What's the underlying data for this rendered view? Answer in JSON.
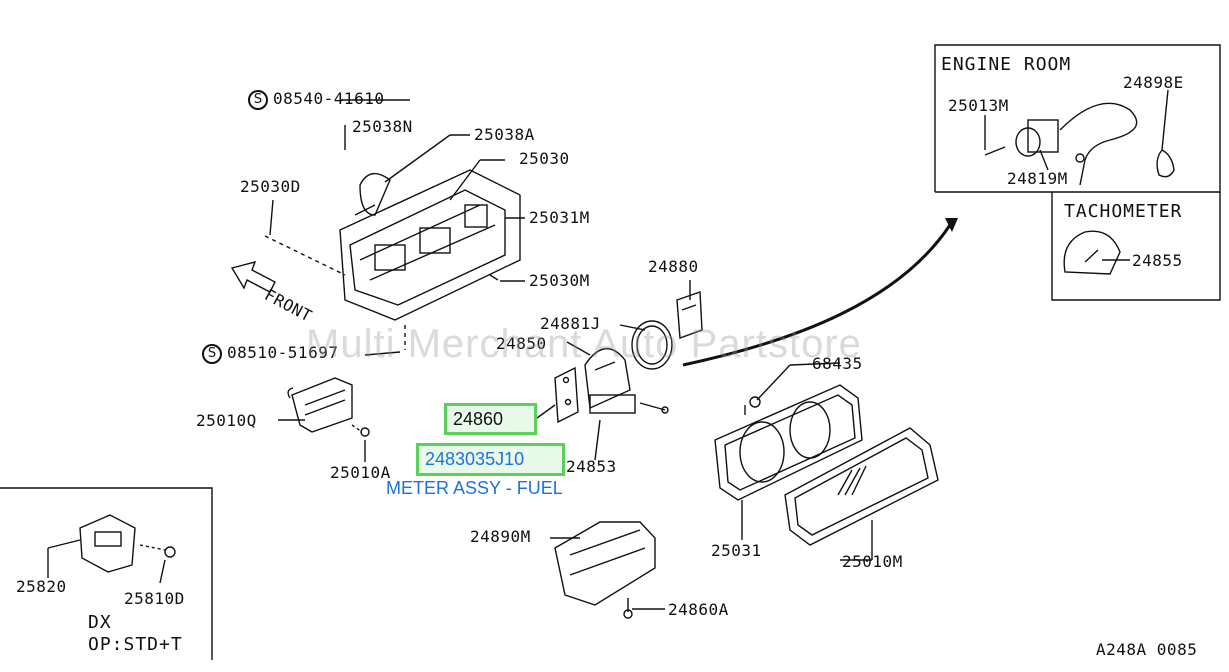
{
  "sections": {
    "engine_room": "ENGINE ROOM",
    "tachometer": "TACHOMETER",
    "dx": "DX",
    "op": "OP:STD+T"
  },
  "watermark": "Multi Merchant Auto Partstore",
  "diagram_code": "A248A 0085",
  "front_label": "FRONT",
  "screw_symbol": "S",
  "highlight": {
    "part": "24860",
    "part_number": "2483035J10",
    "description": "METER ASSY - FUEL"
  },
  "labels": [
    "08540-41610",
    "25038N",
    "25038A",
    "25030",
    "25030D",
    "25031M",
    "25030M",
    "08510-51697",
    "25010Q",
    "25010A",
    "24880",
    "24881J",
    "24850",
    "24853",
    "68435",
    "24890M",
    "24860A",
    "25031",
    "25010M",
    "25820",
    "25810D",
    "25013M",
    "24898E",
    "24819M",
    "24855"
  ]
}
